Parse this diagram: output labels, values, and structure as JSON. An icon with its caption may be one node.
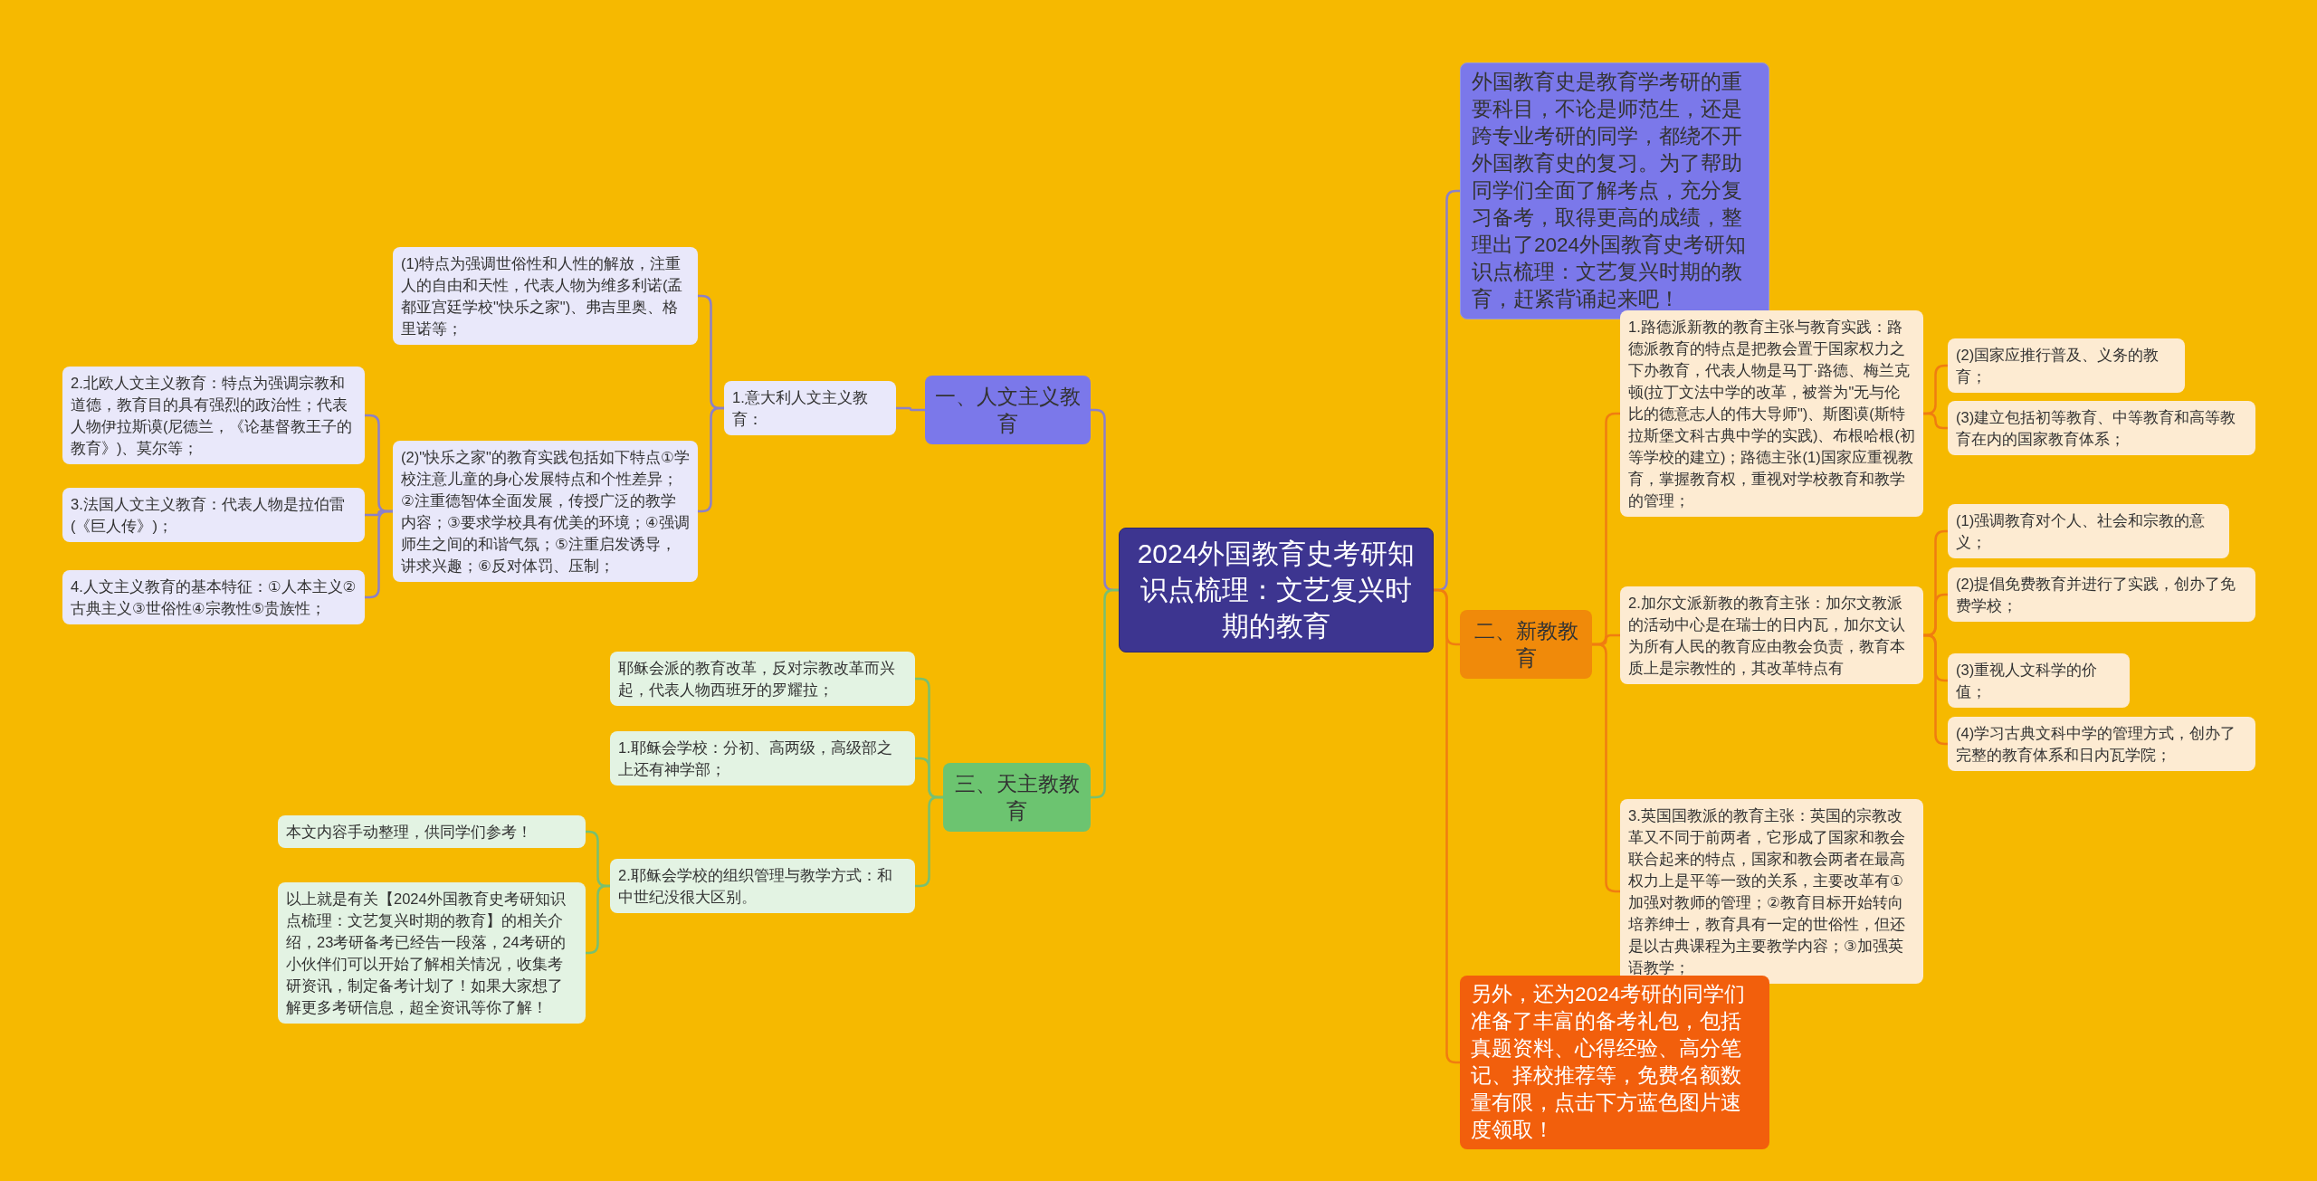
{
  "diagram": {
    "nodes": [
      {
        "text": [
          "2024外国教育史考研知识点梳理：文艺复兴时期的教育"
        ]
      },
      {
        "text": [
          "一、人文主义教育"
        ]
      },
      {
        "text": [
          "1.意大利人文主义教育："
        ]
      },
      {
        "text": [
          "(1)特点为强调世俗性和人性的解放，注重人的自由和天性，代表人物为维多利诺(孟都亚宫廷学校\"快乐之家\")、弗吉里奥、格里诺等；"
        ]
      },
      {
        "text": [
          "(2)\"快乐之家\"的教育实践包括如下特点①学校注意儿童的身心发展特点和个性差异；②注重德智体全面发展，传授广泛的教学内容；③要求学校具有优美的环境；④强调师生之间的和谐气氛；⑤注重启发诱导，讲求兴趣；⑥反对体罚、压制；"
        ]
      },
      {
        "text": [
          "2.北欧人文主义教育：特点为强调宗教和道德，教育目的具有强烈的政治性；代表人物伊拉斯谟(尼德兰，《论基督教王子的教育》)、莫尔等；"
        ]
      },
      {
        "text": [
          "3.法国人文主义教育：代表人物是拉伯雷(《巨人传》)；"
        ]
      },
      {
        "text": [
          "4.人文主义教育的基本特征：①人本主义②古典主义③世俗性④宗教性⑤贵族性；"
        ]
      },
      {
        "text": [
          "三、天主教教育"
        ]
      },
      {
        "text": [
          "耶稣会派的教育改革，反对宗教改革而兴起，代表人物西班牙的罗耀拉；"
        ]
      },
      {
        "text": [
          "1.耶稣会学校：分初、高两级，高级部之上还有神学部；"
        ]
      },
      {
        "text": [
          "2.耶稣会学校的组织管理与教学方式：和中世纪没很大区别。"
        ]
      },
      {
        "text": [
          "本文内容手动整理，供同学们参考！"
        ]
      },
      {
        "text": [
          "以上就是有关【2024外国教育史考研知识点梳理：文艺复兴时期的教育】的相关介绍，23考研备考已经告一段落，24考研的小伙伴们可以开始了解相关情况，收集考研资讯，制定备考计划了！如果大家想了解更多考研信息，超全资讯等你了解！"
        ]
      },
      {
        "text": [
          "外国教育史是教育学考研的重要科目，不论是师范生，还是跨专业考研的同学，都绕不开外国教育史的复习。为了帮助同学们全面了解考点，充分复习备考，取得更高的成绩，整理出了2024外国教育史考研知识点梳理：文艺复兴时期的教育，赶紧背诵起来吧！"
        ]
      },
      {
        "text": [
          "二、新教教育"
        ]
      },
      {
        "text": [
          "1.路德派新教的教育主张与教育实践：路德派教育的特点是把教会置于国家权力之下办教育，代表人物是马丁·路德、梅兰克顿(拉丁文法中学的改革，被誉为\"无与伦比的德意志人的伟大导师\")、斯图谟(斯特拉斯堡文科古典中学的实践)、布根哈根(初等学校的建立)；路德主张(1)国家应重视教育，掌握教育权，重视对学校教育和教学的管理；"
        ]
      },
      {
        "text": [
          "(2)国家应推行普及、义务的教育；"
        ]
      },
      {
        "text": [
          "(3)建立包括初等教育、中等教育和高等教育在内的国家教育体系；"
        ]
      },
      {
        "text": [
          "2.加尔文派新教的教育主张：加尔文教派的活动中心是在瑞士的日内瓦，加尔文认为所有人民的教育应由教会负责，教育本质上是宗教性的，其改革特点有"
        ]
      },
      {
        "text": [
          "(1)强调教育对个人、社会和宗教的意义；"
        ]
      },
      {
        "text": [
          "(2)提倡免费教育并进行了实践，创办了免费学校；"
        ]
      },
      {
        "text": [
          "(3)重视人文科学的价值；"
        ]
      },
      {
        "text": [
          "(4)学习古典文科中学的管理方式，创办了完整的教育体系和日内瓦学院；"
        ]
      },
      {
        "text": [
          "3.英国国教派的教育主张：英国的宗教改革又不同于前两者，它形成了国家和教会联合起来的特点，国家和教会两者在最高权力上是平等一致的关系，主要改革有①加强对教师的管理；②教育目标开始转向培养绅士，教育具有一定的世俗性，但还是以古典课程为主要教学内容；③加强英语教学；"
        ]
      },
      {
        "text": [
          "另外，还为2024考研的同学们准备了丰富的备考礼包，包括真题资料、心得经验、高分笔记、择校推荐等，免费名额数量有限，点击下方蓝色图片速度领取！"
        ]
      }
    ],
    "edges": [
      {
        "from": 0,
        "to": 1,
        "arrow": "none",
        "color": "#8c80c8"
      },
      {
        "from": 1,
        "to": 2,
        "arrow": "none",
        "color": "#8c80c8"
      },
      {
        "from": 2,
        "to": 3,
        "arrow": "none",
        "color": "#8c80c8"
      },
      {
        "from": 2,
        "to": 4,
        "arrow": "none",
        "color": "#8c80c8"
      },
      {
        "from": 4,
        "to": 5,
        "arrow": "none",
        "color": "#8c80c8"
      },
      {
        "from": 4,
        "to": 6,
        "arrow": "none",
        "color": "#8c80c8"
      },
      {
        "from": 4,
        "to": 7,
        "arrow": "none",
        "color": "#8c80c8"
      },
      {
        "from": 0,
        "to": 8,
        "arrow": "none",
        "color": "#78c070"
      },
      {
        "from": 8,
        "to": 9,
        "arrow": "none",
        "color": "#78c070"
      },
      {
        "from": 8,
        "to": 10,
        "arrow": "none",
        "color": "#78c070"
      },
      {
        "from": 8,
        "to": 11,
        "arrow": "none",
        "color": "#78c070"
      },
      {
        "from": 11,
        "to": 12,
        "arrow": "none",
        "color": "#78c070"
      },
      {
        "from": 11,
        "to": 13,
        "arrow": "none",
        "color": "#78c070"
      },
      {
        "from": 0,
        "to": 14,
        "arrow": "none",
        "color": "#8c80c8"
      },
      {
        "from": 0,
        "to": 15,
        "arrow": "none"
      },
      {
        "from": 15,
        "to": 16,
        "arrow": "none"
      },
      {
        "from": 16,
        "to": 17,
        "arrow": "none"
      },
      {
        "from": 16,
        "to": 18,
        "arrow": "none"
      },
      {
        "from": 15,
        "to": 19,
        "arrow": "none"
      },
      {
        "from": 19,
        "to": 20,
        "arrow": "none"
      },
      {
        "from": 19,
        "to": 21,
        "arrow": "none"
      },
      {
        "from": 19,
        "to": 22,
        "arrow": "none"
      },
      {
        "from": 19,
        "to": 23,
        "arrow": "none"
      },
      {
        "from": 15,
        "to": 24,
        "arrow": "none"
      },
      {
        "from": 0,
        "to": 25,
        "arrow": "none"
      }
    ]
  }
}
